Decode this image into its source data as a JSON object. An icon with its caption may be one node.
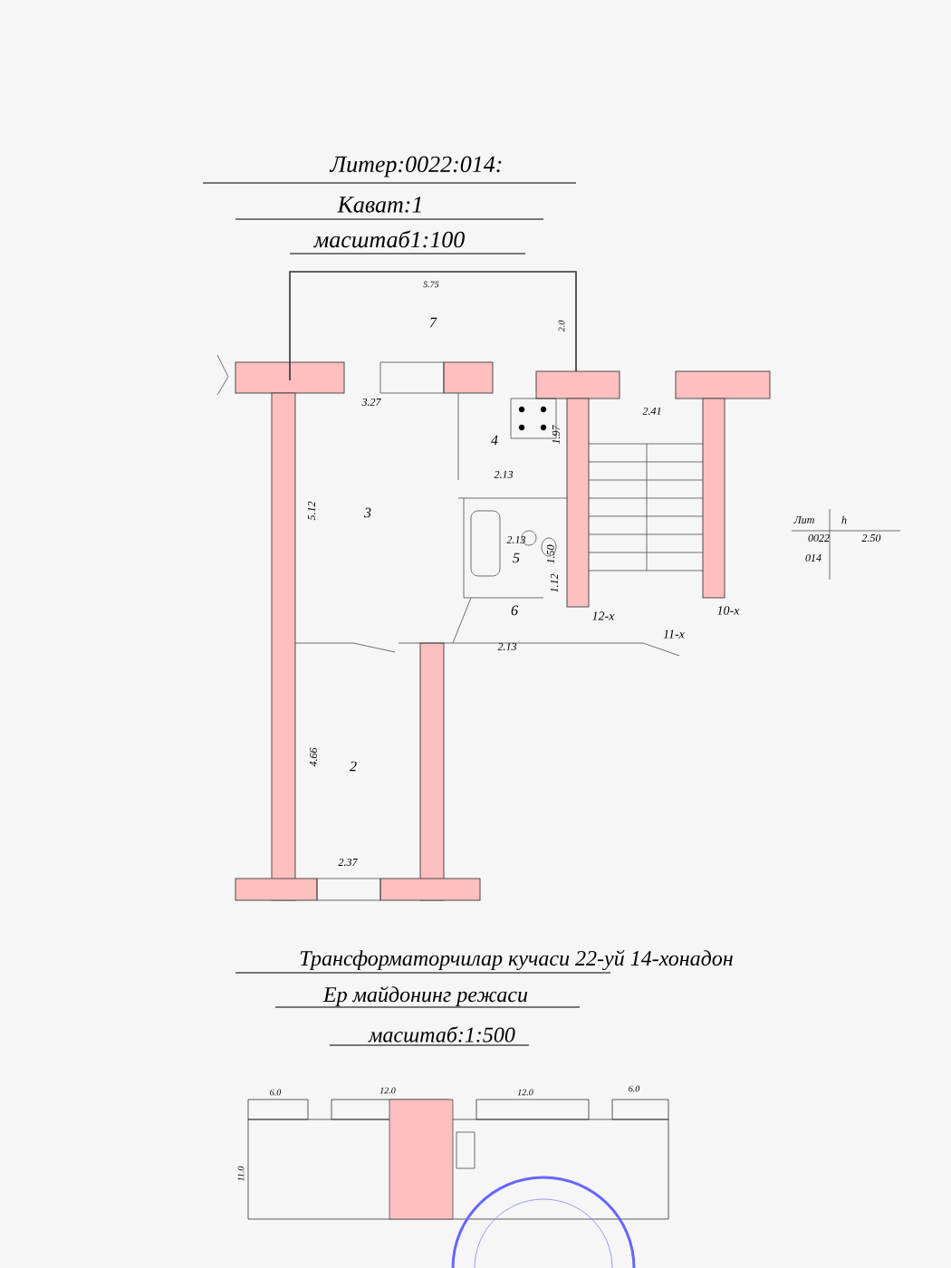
{
  "diagram": {
    "nodes": [
      {
        "text": [
          "7"
        ]
      },
      {
        "text": [
          "4"
        ]
      },
      {
        "text": [
          "3"
        ]
      },
      {
        "text": [
          "5"
        ]
      },
      {
        "text": [
          "6"
        ]
      },
      {
        "text": [
          "2"
        ]
      }
    ],
    "labels": [
      "Литер:0022:014:",
      "Кават:1",
      "масштаб1:100",
      "5.75",
      "2.0",
      "3.27",
      "2.41",
      "1.97",
      "2.13",
      "5.12",
      "Лит",
      "h",
      "0022",
      "2.50",
      "014",
      "2.13",
      "1.50",
      "1.12",
      "12-х",
      "10-х",
      "11-х",
      "2.13",
      "4.66",
      "2.37",
      "Трансформаторчилар кучаси 22-уй 14-хонадон",
      "Ер майдонинг режаси",
      "масштаб:1:500",
      "6.0",
      "12.0",
      "12.0",
      "6.0",
      "11.0"
    ]
  }
}
